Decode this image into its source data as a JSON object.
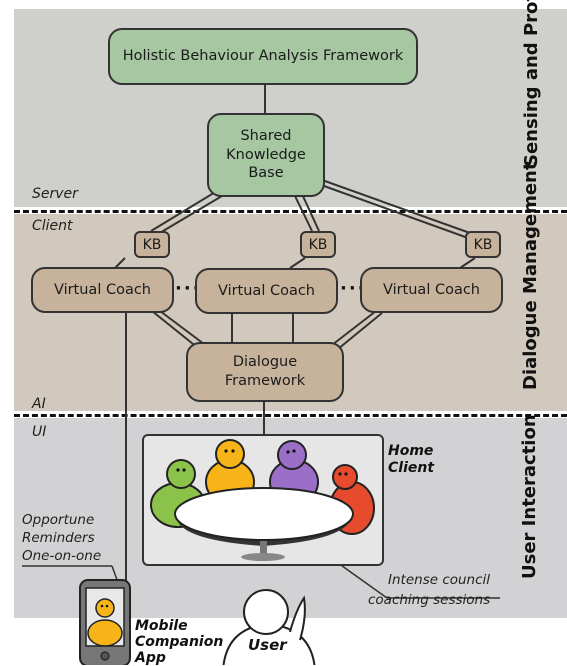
{
  "layers": {
    "sensing": "Sensing and Profiling",
    "dialogue": "Dialogue Management",
    "interaction": "User Interaction"
  },
  "boundaries": {
    "server": "Server",
    "client": "Client",
    "ai": "AI",
    "ui": "UI"
  },
  "nodes": {
    "hbaf": "Holistic Behaviour Analysis Framework",
    "skb": "Shared Knowledge Base",
    "kb": "KB",
    "virtual_coach": "Virtual Coach",
    "dialogue_framework": "Dialogue Framework",
    "ellipsis": "···"
  },
  "labels": {
    "home_client": "Home Client",
    "opportune": "Opportune",
    "reminders": "Reminders",
    "one_on_one": "One-on-one",
    "council_line1": "Intense council",
    "council_line2": "coaching sessions",
    "mobile1": "Mobile",
    "mobile2": "Companion",
    "mobile3": "App",
    "user": "User"
  },
  "colors": {
    "coach_green": "#8bc34a",
    "coach_orange": "#f7b418",
    "coach_purple": "#9b6fc7",
    "coach_red": "#e64b2e",
    "server_box": "#a6c7a2",
    "client_box": "#c7b39b"
  }
}
